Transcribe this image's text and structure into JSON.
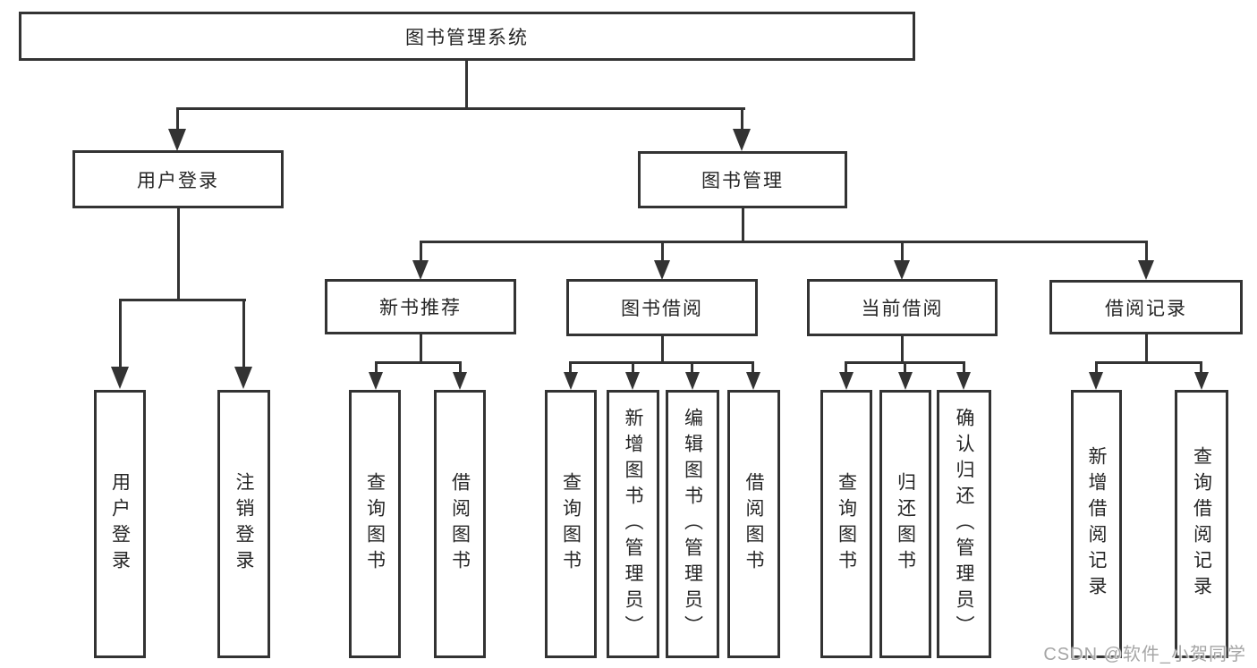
{
  "diagram": {
    "root": {
      "label": "图书管理系统"
    },
    "level2": [
      {
        "label": "用户登录"
      },
      {
        "label": "图书管理"
      }
    ],
    "level3": [
      {
        "label": "新书推荐"
      },
      {
        "label": "图书借阅"
      },
      {
        "label": "当前借阅"
      },
      {
        "label": "借阅记录"
      }
    ],
    "leaves": {
      "user_login": [
        {
          "label": "用户登录"
        },
        {
          "label": "注销登录"
        }
      ],
      "new_book": [
        {
          "label": "查询图书"
        },
        {
          "label": "借阅图书"
        }
      ],
      "book_borrow": [
        {
          "label": "查询图书"
        },
        {
          "label": "新增图书（管理员）"
        },
        {
          "label": "编辑图书（管理员）"
        },
        {
          "label": "借阅图书"
        }
      ],
      "current_borrow": [
        {
          "label": "查询图书"
        },
        {
          "label": "归还图书"
        },
        {
          "label": "确认归还（管理员）"
        }
      ],
      "borrow_record": [
        {
          "label": "新增借阅记录"
        },
        {
          "label": "查询借阅记录"
        }
      ]
    },
    "watermark": "CSDN @软件_小贺同学",
    "colors": {
      "line": "#333333",
      "text": "#262626",
      "watermark": "#a6a6a6",
      "background": "#ffffff"
    }
  }
}
